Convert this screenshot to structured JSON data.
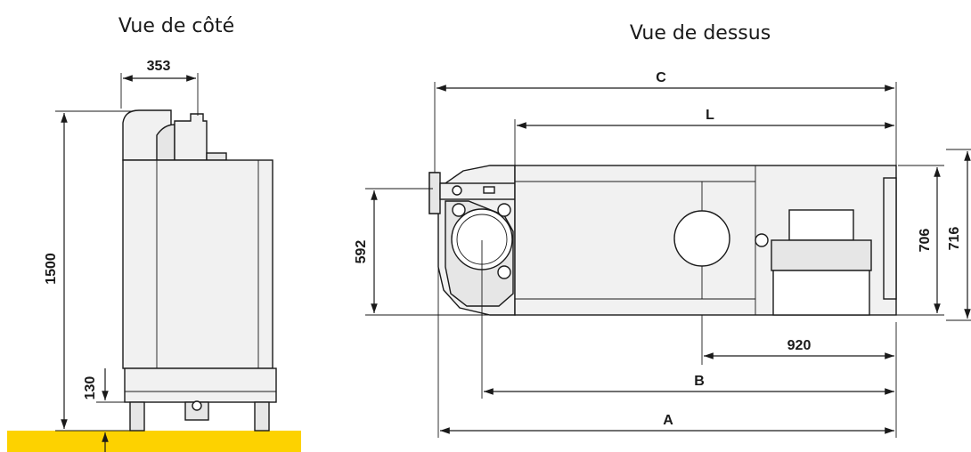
{
  "titles": {
    "side_view": "Vue de côté",
    "top_view": "Vue de dessus"
  },
  "side_dimensions": {
    "width_top": "353",
    "height": "1500",
    "foot_height": "130"
  },
  "top_dimensions": {
    "C": "C",
    "L": "L",
    "depth_left": "592",
    "depth_right_inner": "706",
    "depth_right_outer": "716",
    "offset": "920",
    "B": "B",
    "A": "A"
  },
  "colors": {
    "floor": "#fdd200",
    "lines": "#1a1a1a",
    "body_fill": "#f1f1f1"
  }
}
